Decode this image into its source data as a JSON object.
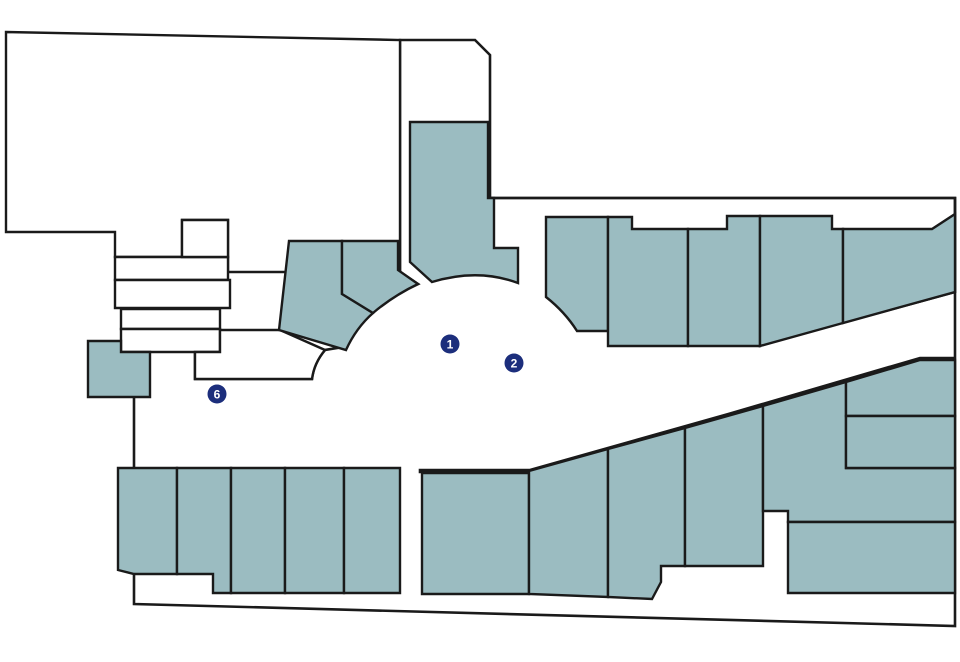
{
  "map": {
    "colors": {
      "background": "#ffffff",
      "outline": "#1a1a1a",
      "unit_fill": "#9bbcc1",
      "open_fill": "#ffffff",
      "marker_fill": "#1c2e7c",
      "marker_text": "#ffffff"
    },
    "markers": [
      {
        "id": "marker-1",
        "label": "1"
      },
      {
        "id": "marker-2",
        "label": "2"
      },
      {
        "id": "marker-6",
        "label": "6"
      }
    ]
  }
}
